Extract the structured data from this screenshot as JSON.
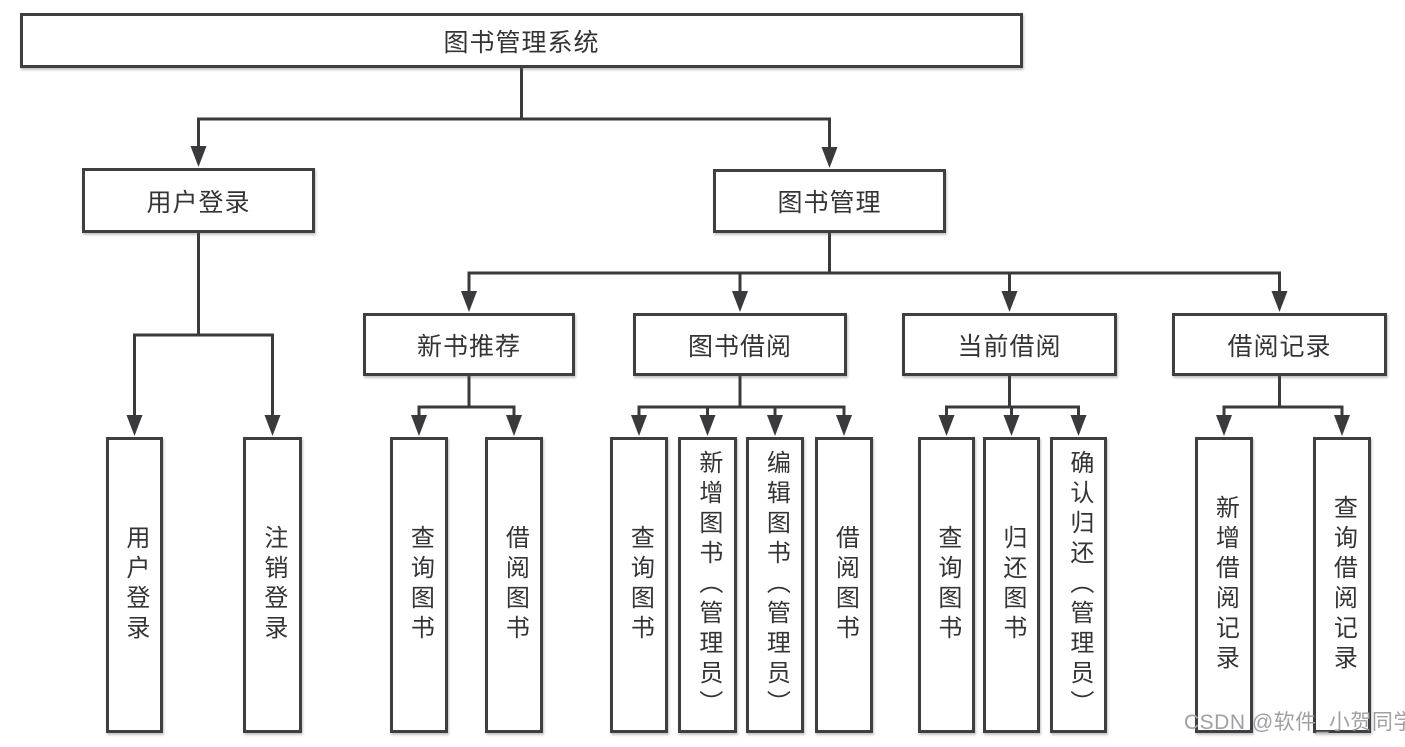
{
  "diagram": {
    "title": "图书管理系统",
    "tree": {
      "root": {
        "label": "图书管理系统"
      },
      "branches": [
        {
          "label": "用户登录",
          "children": [
            {
              "label": "用户登录"
            },
            {
              "label": "注销登录"
            }
          ]
        },
        {
          "label": "图书管理",
          "children": [
            {
              "label": "新书推荐",
              "children": [
                {
                  "label": "查询图书"
                },
                {
                  "label": "借阅图书"
                }
              ]
            },
            {
              "label": "图书借阅",
              "children": [
                {
                  "label": "查询图书"
                },
                {
                  "label": "新增图书（管理员）"
                },
                {
                  "label": "编辑图书（管理员）"
                },
                {
                  "label": "借阅图书"
                }
              ]
            },
            {
              "label": "当前借阅",
              "children": [
                {
                  "label": "查询图书"
                },
                {
                  "label": "归还图书"
                },
                {
                  "label": "确认归还（管理员）"
                }
              ]
            },
            {
              "label": "借阅记录",
              "children": [
                {
                  "label": "新增借阅记录"
                },
                {
                  "label": "查询借阅记录"
                }
              ]
            }
          ]
        }
      ]
    },
    "watermark": {
      "text": "CSDN @软件_小贺同学"
    },
    "colors": {
      "line": "#3a3a3c",
      "box_border": "#3f3f41",
      "text": "#343436",
      "watermark": "#a0a0a2",
      "background": "#ffffff"
    }
  }
}
